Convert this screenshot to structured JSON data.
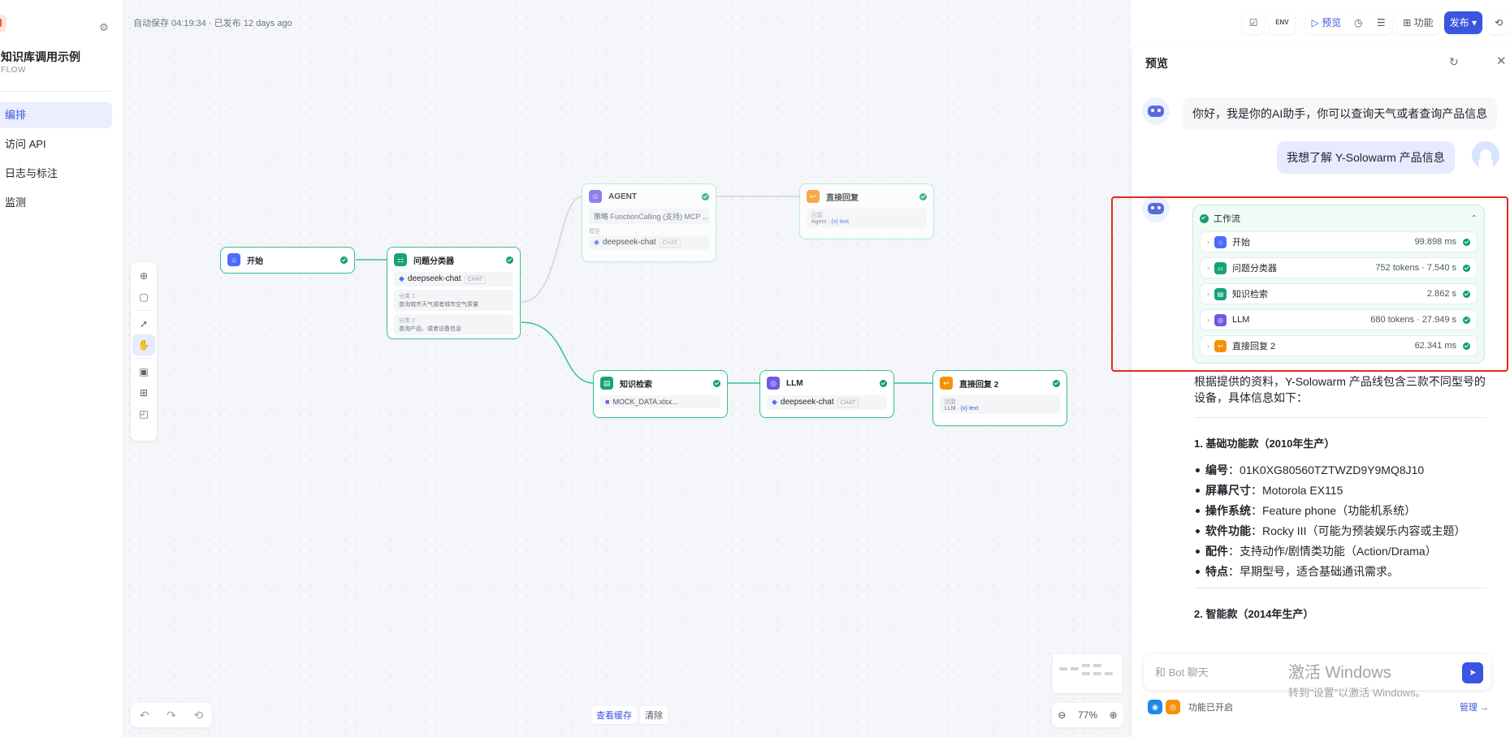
{
  "app": {
    "name": "知识库调用示例",
    "type": "FLOW"
  },
  "nav": {
    "items": [
      {
        "label": "编排",
        "active": true
      },
      {
        "label": "访问 API"
      },
      {
        "label": "日志与标注"
      },
      {
        "label": "监测"
      }
    ]
  },
  "status": {
    "autosave": "自动保存 04:19:34 · 已发布 12 days ago"
  },
  "toolbar": {
    "env": "ENV",
    "preview": "预览",
    "features": "功能",
    "publish": "发布"
  },
  "nodes": {
    "start": {
      "title": "开始"
    },
    "classifier": {
      "title": "问题分类器",
      "model": "deepseek-chat",
      "tag": "CHAT",
      "c1_label": "分类 1",
      "c1_text": "查询城市天气或者城市空气质量",
      "c2_label": "分类 2",
      "c2_text": "查询产品、或者设备信息"
    },
    "agent": {
      "title": "AGENT",
      "strategy": "策略 FunctionCalling (支持) MCP ...",
      "model_label": "模型",
      "model": "deepseek-chat",
      "tag": "CHAT"
    },
    "reply1": {
      "title": "直接回复",
      "label": "回复",
      "src": "Agent",
      "var": "{x} text"
    },
    "knowledge": {
      "title": "知识检索",
      "dataset": "MOCK_DATA.xlsx..."
    },
    "llm": {
      "title": "LLM",
      "model": "deepseek-chat",
      "tag": "CHAT"
    },
    "reply2": {
      "title": "直接回复 2",
      "label": "回复",
      "src": "LLM",
      "var": "{x} text"
    }
  },
  "canvas": {
    "view_cache": "查看缓存",
    "clear": "清除",
    "zoom": "77%"
  },
  "preview": {
    "title": "预览",
    "greeting": "你好，我是你的AI助手，你可以查询天气或者查询产品信息",
    "user_msg": "我想了解 Y-Solowarm 产品信息",
    "workflow_label": "工作流",
    "steps": [
      {
        "name": "开始",
        "meta": "99.898 ms",
        "color": "#4d6bfe",
        "icon": "home-icon"
      },
      {
        "name": "问题分类器",
        "meta": "752 tokens · 7.540 s",
        "color": "#16a37a",
        "icon": "classifier-icon"
      },
      {
        "name": "知识检索",
        "meta": "2.862 s",
        "color": "#16a37a",
        "icon": "book-icon"
      },
      {
        "name": "LLM",
        "meta": "680 tokens · 27.949 s",
        "color": "#6e59e8",
        "icon": "llm-icon"
      },
      {
        "name": "直接回复 2",
        "meta": "62.341 ms",
        "color": "#f79009",
        "icon": "reply-icon"
      }
    ],
    "answer": {
      "intro": "根据提供的资料，Y-Solowarm 产品线包含三款不同型号的设备，具体信息如下：",
      "s1_title": "1. 基础功能款（2010年生产）",
      "s1_items": [
        {
          "k": "编号",
          "v": "01K0XG80560TZTWZD9Y9MQ8J10"
        },
        {
          "k": "屏幕尺寸",
          "v": "Motorola EX115"
        },
        {
          "k": "操作系统",
          "v": "Feature phone（功能机系统）"
        },
        {
          "k": "软件功能",
          "v": "Rocky III（可能为预装娱乐内容或主题）"
        },
        {
          "k": "配件",
          "v": "支持动作/剧情类功能（Action/Drama）"
        },
        {
          "k": "特点",
          "v": "早期型号，适合基础通讯需求。"
        }
      ],
      "s2_title": "2. 智能款（2014年生产）"
    },
    "input_placeholder": "和 Bot 聊天",
    "features_on": "功能已开启",
    "manage": "管理 →"
  },
  "watermark": {
    "line1": "激活 Windows",
    "line2": "转到\"设置\"以激活 Windows。"
  },
  "colors": {
    "accent": "#3a55e0",
    "node_border": "#36c198",
    "highlight": "#e02d1c"
  }
}
